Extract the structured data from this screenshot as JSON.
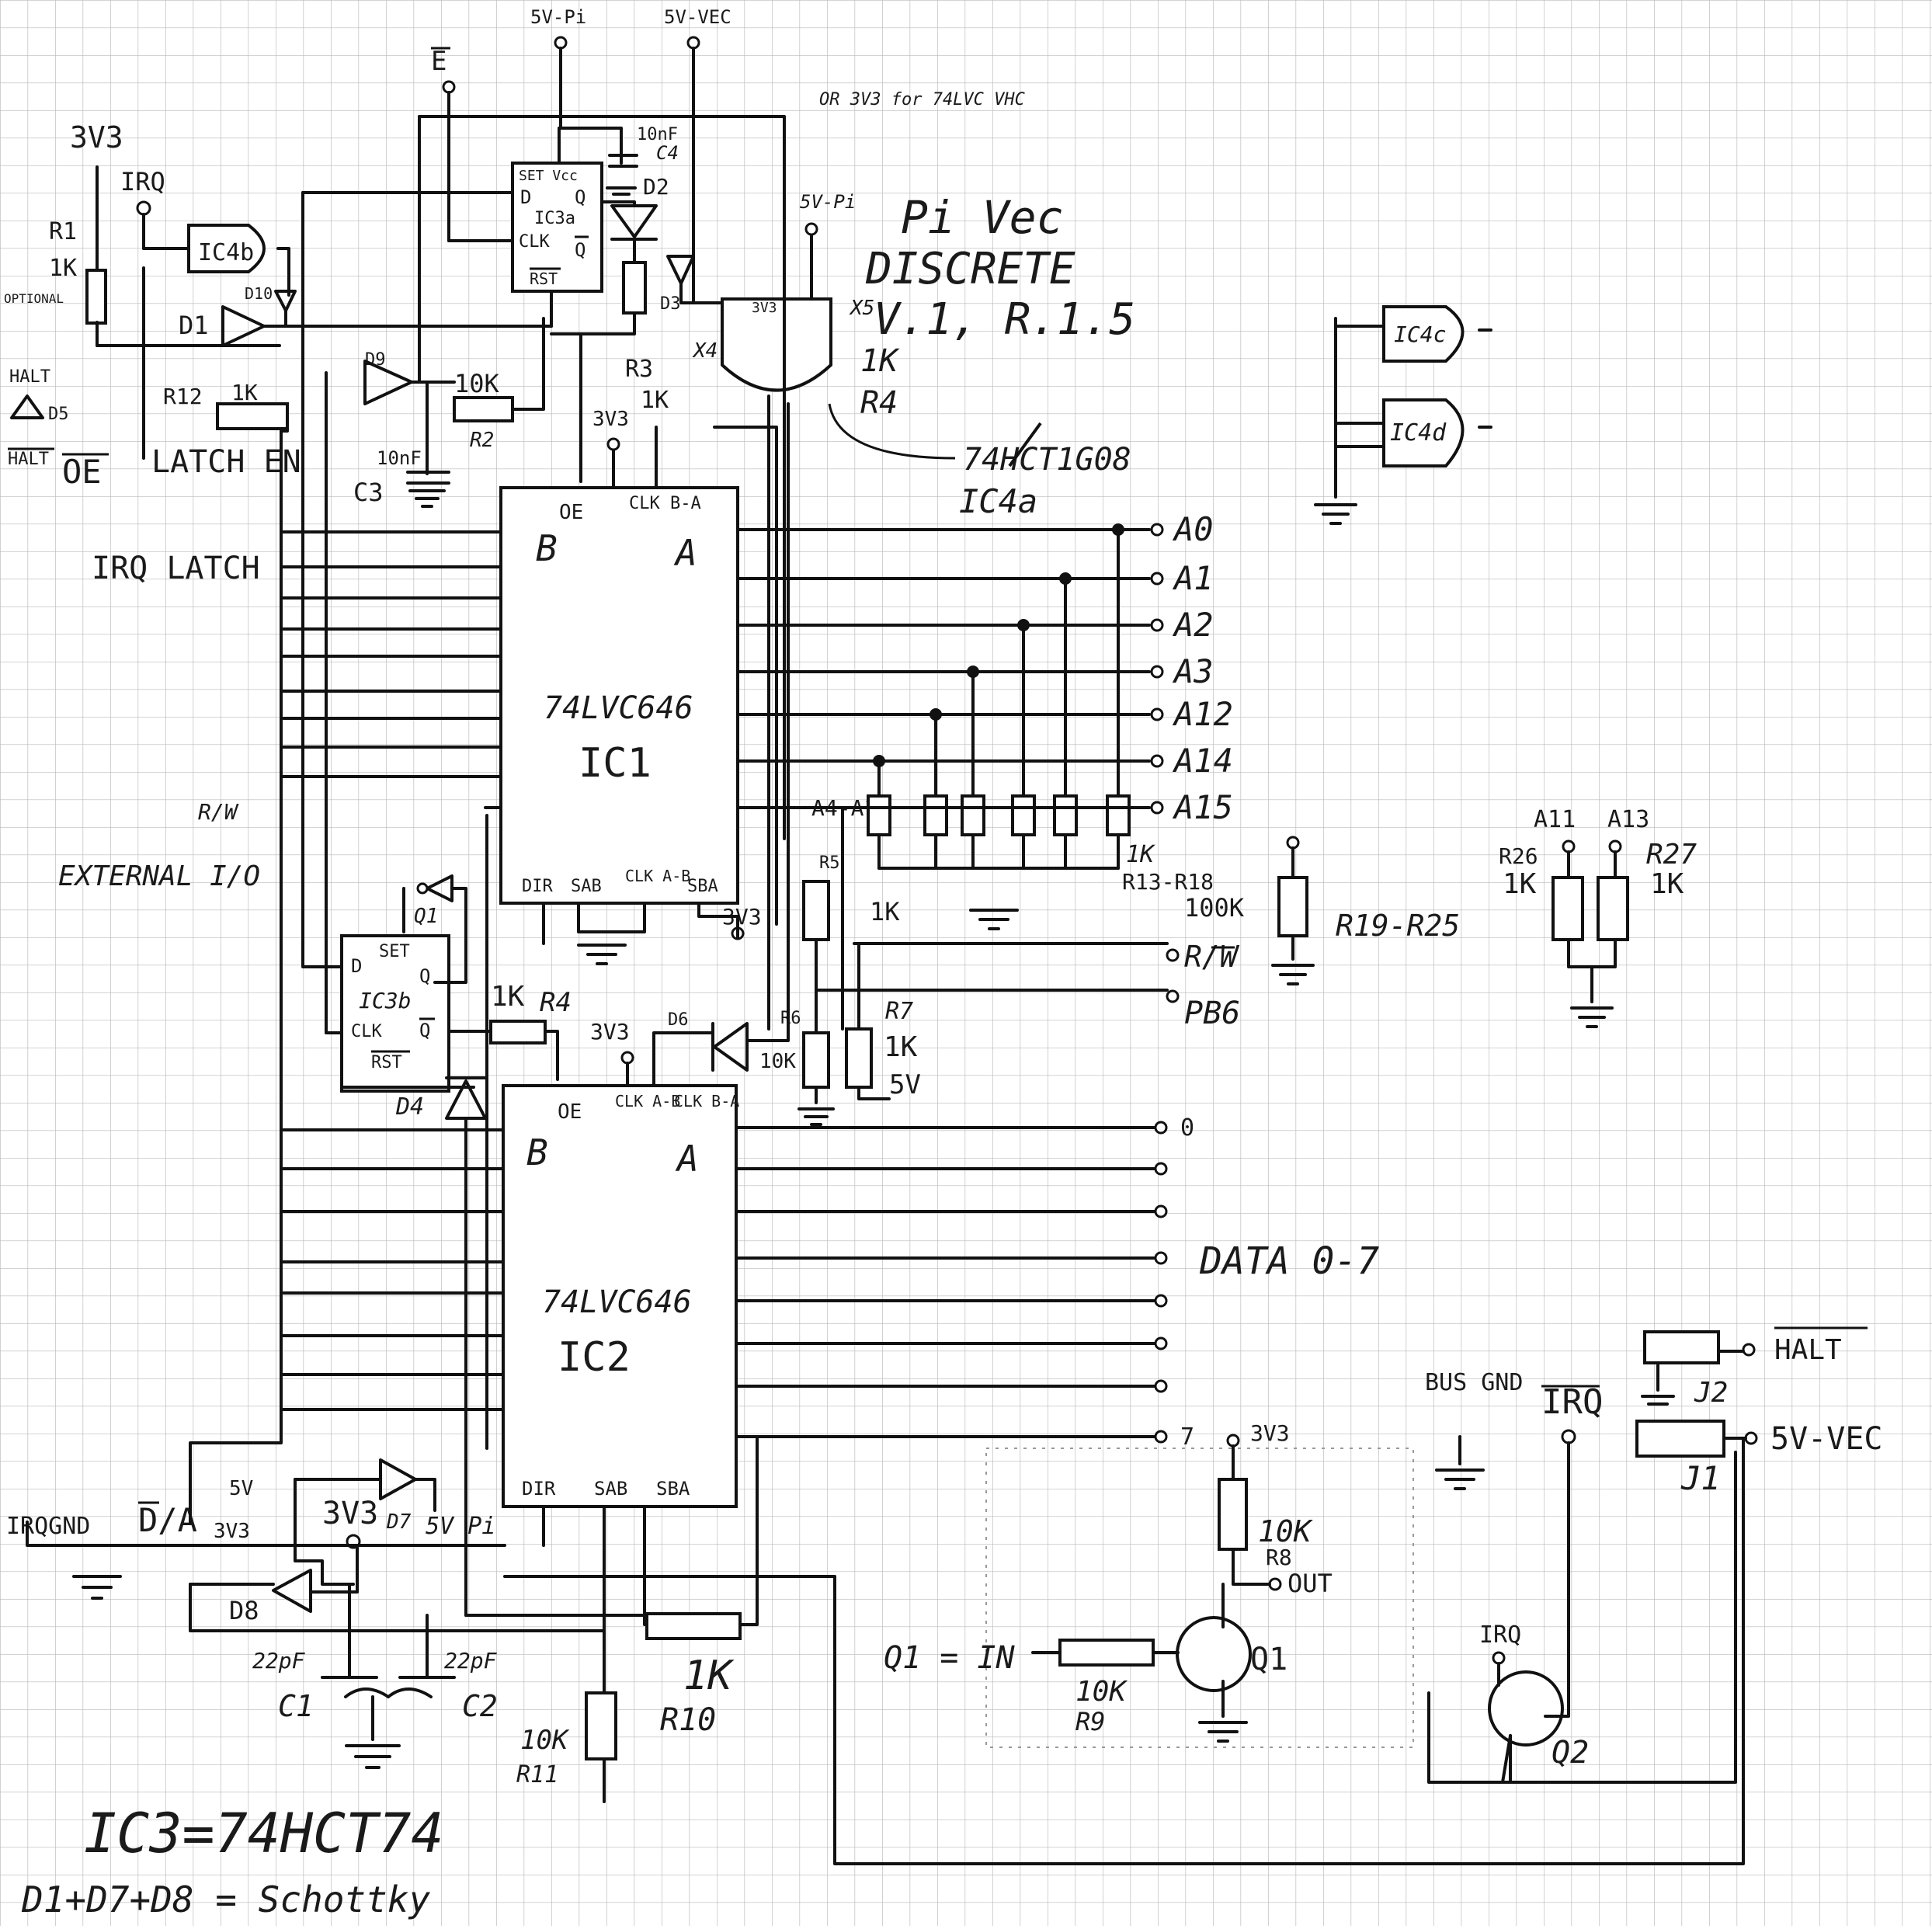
{
  "title": {
    "line1": "Pi Vec",
    "line2": "DISCRETE",
    "line3": "V.1, R.1.5"
  },
  "power_labels": {
    "v5_pi": "5V-Pi",
    "v5_vec": "5V-VEC",
    "e_bar": "E",
    "v3v3": "3V3",
    "irq": "IRQ",
    "or_note": "OR 3V3 for 74LVC VHC",
    "v5_pi_b": "5V-Pi",
    "v5": "5V",
    "v5_pi_c": "5V Pi",
    "bus_gnd": "BUS GND"
  },
  "chips": {
    "ic1": {
      "part": "74LVC646",
      "ref": "IC1",
      "b": "B",
      "a": "A",
      "oe": "OE",
      "clkba": "CLK B-A",
      "dir": "DIR",
      "sab": "SAB",
      "clkab": "CLK A-B",
      "sba": "SBA"
    },
    "ic2": {
      "part": "74LVC646",
      "ref": "IC2",
      "b": "B",
      "a": "A",
      "oe": "OE",
      "clkab": "CLK A-B",
      "clkba": "CLK B-A",
      "dir": "DIR",
      "sab": "SAB",
      "sba": "SBA"
    },
    "ic3a": {
      "ref": "IC3a",
      "set": "SET Vcc",
      "d": "D",
      "q": "Q",
      "clk": "CLK",
      "qbar": "Q",
      "rst": "RST"
    },
    "ic3b": {
      "ref": "IC3b",
      "set": "SET",
      "d": "D",
      "q": "Q",
      "clk": "CLK",
      "qbar": "Q",
      "rst": "RST"
    },
    "ic4a": {
      "ref": "IC4a",
      "part_note": "74HCT1G08"
    },
    "ic4b": {
      "ref": "IC4b"
    },
    "ic4c": {
      "ref": "IC4c"
    },
    "ic4d": {
      "ref": "IC4d"
    }
  },
  "components": {
    "r1": "R1",
    "r1v": "1K",
    "r1note": "OPTIONAL",
    "r2": "R2",
    "r2v": "10K",
    "r3": "R3",
    "r3v": "1K",
    "r12": "R12",
    "r12v": "1K",
    "c3": "C3",
    "c3v": "10nF",
    "c4": "C4",
    "c4v": "10nF",
    "d1": "D1",
    "d2": "D2",
    "d3": "D3",
    "d4": "D4",
    "d5": "D5",
    "d6": "D6",
    "d7": "D7",
    "d8": "D8",
    "d9": "D9",
    "d10": "D10",
    "r4": "R4",
    "r4v": "1K",
    "r5": "R5",
    "r5v": "1K",
    "r6": "R6",
    "r6v": "10K",
    "r7": "R7",
    "r7v": "1K",
    "r8": "R8",
    "r8v": "10K",
    "r9": "R9",
    "r9v": "10K",
    "r10": "R10",
    "r10v": "1K",
    "r11": "R11",
    "r11v": "10K",
    "r13_18": "R13-R18",
    "r13_18v": "1K",
    "r19_25": "R19-R25",
    "r19_25v": "100K",
    "r26": "R26",
    "r26v": "1K",
    "r27": "R27",
    "r27v": "1K",
    "c1": "C1",
    "c1v": "22pF",
    "c2": "C2",
    "c2v": "22pF",
    "q1": "Q1",
    "q2": "Q2",
    "j1": "J1",
    "j2": "J2",
    "x5": "X5",
    "x4": "X4",
    "k1": "1K",
    "r4x": "R4",
    "ic3a3v3": "3V3"
  },
  "signals": {
    "halt_top": "HALT",
    "halt_bar": "HALT",
    "oe": "OE",
    "latch_en": "LATCH EN",
    "irq_latch": "IRQ LATCH",
    "rw_left": "R/W",
    "external_io": "EXTERNAL I/O",
    "irq_gnd": "IRQGND",
    "da": "D/A",
    "v3v3_b": "3V3",
    "v5_b": "5V"
  },
  "address_pins": [
    "A0",
    "A1",
    "A2",
    "A3",
    "A12",
    "A14",
    "A15"
  ],
  "a4_a10": "A4-A10",
  "a11": "A11",
  "a13": "A13",
  "rw_right": "R/W",
  "pb6": "PB6",
  "data_pins": [
    "0",
    "7"
  ],
  "data_label": "DATA 0-7",
  "q1_block": {
    "v3v3": "3V3",
    "out": "OUT",
    "in_label": "Q1 = IN"
  },
  "connectors": {
    "halt": "HALT",
    "irq": "IRQ",
    "v5vec": "5V-VEC"
  },
  "notes": {
    "ic3": "IC3=74HCT74",
    "schottky": "D1+D7+D8 = Schottky"
  }
}
